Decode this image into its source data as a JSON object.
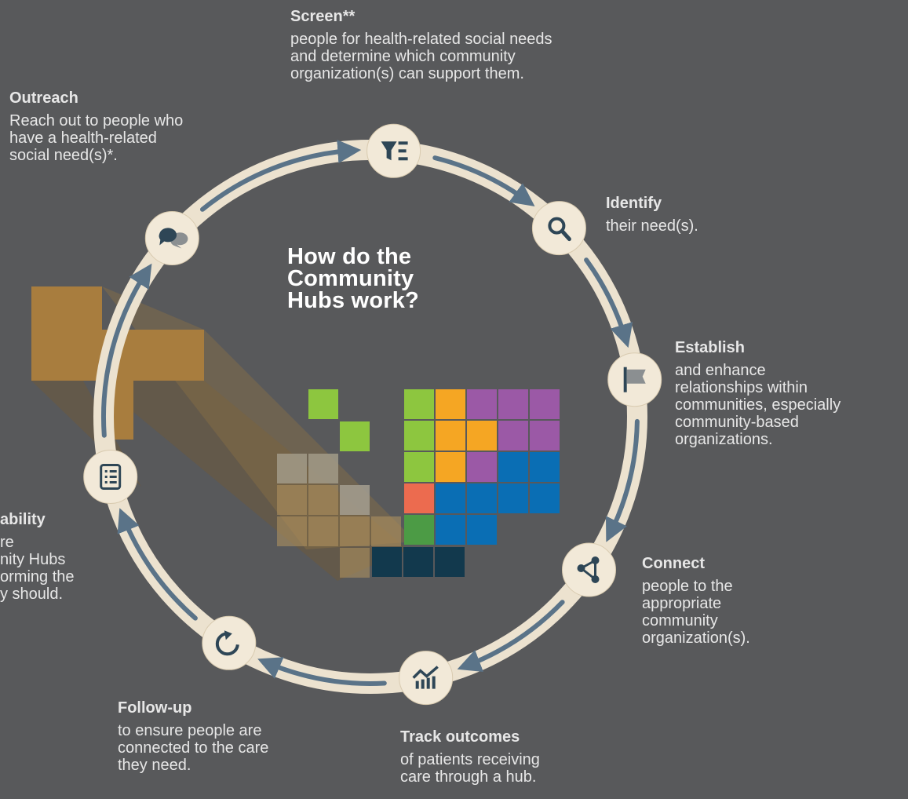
{
  "colors": {
    "background": "#58595b",
    "ring": "#ece2cf",
    "node_fill": "#f2e9d8",
    "arrow": "#5a7388",
    "icon": "#2e4656",
    "title_orange": "#f3b24b",
    "text": "#e7e7e7"
  },
  "center_title": "How do the\nCommunity\nHubs work?",
  "steps": [
    {
      "key": "screen",
      "title": "Screen**",
      "desc": "people for health-related social needs\nand determine which community\norganization(s) can support them.",
      "icon": "filter-list-icon"
    },
    {
      "key": "identify",
      "title": "Identify",
      "desc": "their need(s).",
      "icon": "magnifier-icon"
    },
    {
      "key": "establish",
      "title": "Establish",
      "desc": "and enhance\nrelationships within\ncommunities, especially\ncommunity-based\norganizations.",
      "icon": "flag-icon"
    },
    {
      "key": "connect",
      "title": "Connect",
      "desc": "people to the\nappropriate\ncommunity\norganization(s).",
      "icon": "network-icon"
    },
    {
      "key": "track",
      "title": "Track outcomes",
      "desc": "of patients receiving\ncare through a hub.",
      "icon": "trend-chart-icon"
    },
    {
      "key": "followup",
      "title": "Follow-up",
      "desc": "to ensure people are\nconnected to the care\nthey need.",
      "icon": "refresh-icon"
    },
    {
      "key": "accountability",
      "title": "ability",
      "desc": "re\nnity Hubs\norming the\ny should.",
      "icon": "checklist-icon"
    },
    {
      "key": "outreach",
      "title": "Outreach",
      "desc": "Reach out to people who\nhave a health-related\nsocial need(s)*.",
      "icon": "chat-bubbles-icon"
    }
  ],
  "logo": {
    "name": "pathways-logo",
    "tile_colors": {
      "green": "#8dc63f",
      "orange": "#f5a623",
      "purple": "#9b59a6",
      "blue": "#0a6eb4",
      "salmon": "#ec6b4f",
      "dark_green": "#4c9b45",
      "navy": "#12394d",
      "cross": "#a87d3e"
    }
  }
}
